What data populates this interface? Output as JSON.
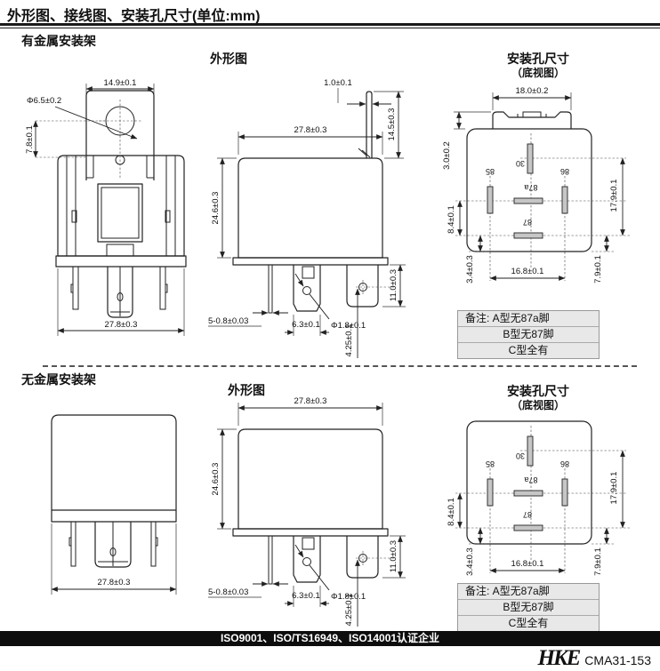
{
  "page": {
    "title": "外形图、接线图、安装孔尺寸(单位:mm)",
    "section_with_bracket": "有金属安装架",
    "section_without_bracket": "无金属安装架",
    "heading_outline": "外形图",
    "heading_mounting": "安装孔尺寸",
    "heading_bottom_view": "（底视图）"
  },
  "front_view": {
    "top_width": "14.9±0.1",
    "hole_dia": "Φ6.5±0.2",
    "hole_offset": "7.8±0.1",
    "body_width": "27.8±0.3"
  },
  "side_view": {
    "tab_thickness": "1.0±0.1",
    "tab_height": "14.5±0.3",
    "body_width": "27.8±0.3",
    "body_height": "24.6±0.3",
    "pin_length": "11.0±0.3",
    "pin_thickness": "5-0.8±0.03",
    "pin_width": "6.3±0.1",
    "pin_hole_dia": "Φ1.8±0.1",
    "pin_hole_offset": "4.25±0.1"
  },
  "bottom_view": {
    "bracket_width": "18.0±0.2",
    "bracket_offset": "3.0±0.2",
    "pitch_left": "8.4±0.1",
    "edge_bottom_left": "3.4±0.3",
    "pitch_bottom": "16.8±0.1",
    "edge_right": "7.9±0.1",
    "pitch_right": "17.9±0.1",
    "pin_30": "30",
    "pin_85": "85",
    "pin_86": "86",
    "pin_87a": "87a",
    "pin_87": "87"
  },
  "notes": {
    "line1": "备注: A型无87a脚",
    "line2": "B型无87脚",
    "line3": "C型全有"
  },
  "footer": {
    "certification": "ISO9001、ISO/TS16949、ISO14001认证企业",
    "logo": "HKE",
    "doc_number": "CMA31-153"
  }
}
